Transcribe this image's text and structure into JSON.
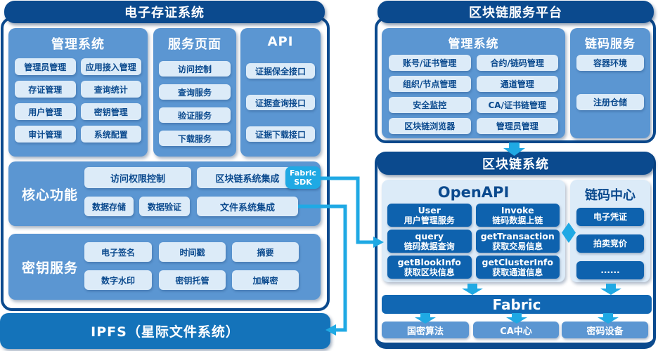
{
  "palette": {
    "navy": "#0b4a8e",
    "medium_blue": "#5b96d2",
    "light_box": "#dcebf8",
    "dark_box": "#0e62ae",
    "cyan": "#1fa9e4",
    "bar_blue": "#1473ba",
    "fabric_bar": "#1167b3"
  },
  "left_system": {
    "title": "电子存证系统",
    "management": {
      "title": "管理系统",
      "items": [
        "管理员管理",
        "应用接入管理",
        "存证管理",
        "查询统计",
        "用户管理",
        "密钥管理",
        "审计管理",
        "系统配置"
      ]
    },
    "service_pages": {
      "title": "服务页面",
      "items": [
        "访问控制",
        "查询服务",
        "验证服务",
        "下载服务"
      ]
    },
    "api": {
      "title": "API",
      "items": [
        "证据保全接口",
        "证据查询接口",
        "证据下载接口"
      ]
    },
    "core": {
      "title": "核心功能",
      "items": [
        "访问权限控制",
        "区块链系统集成",
        "数据存储",
        "数据验证",
        "文件系统集成"
      ],
      "badge": {
        "line1": "Fabric",
        "line2": "SDK"
      }
    },
    "key_service": {
      "title": "密钥服务",
      "items": [
        "电子签名",
        "时间戳",
        "摘要",
        "数字水印",
        "密钥托管",
        "加解密"
      ]
    },
    "ipfs_label": "IPFS（星际文件系统）"
  },
  "right_platform": {
    "title": "区块链服务平台",
    "management": {
      "title": "管理系统",
      "items": [
        "账号/证书管理",
        "合约/链码管理",
        "组织/节点管理",
        "通道管理",
        "安全监控",
        "CA/证书链管理",
        "区块链浏览器",
        "管理员管理"
      ]
    },
    "chaincode_service": {
      "title": "链码服务",
      "items": [
        "容器环境",
        "注册仓储"
      ]
    }
  },
  "right_system": {
    "title": "区块链系统",
    "openapi": {
      "title": "OpenAPI",
      "items": [
        {
          "en": "User",
          "zh": "用户管理服务"
        },
        {
          "en": "Invoke",
          "zh": "链码数据上链"
        },
        {
          "en": "query",
          "zh": "链码数据查询"
        },
        {
          "en": "getTransaction",
          "zh": "获取交易信息"
        },
        {
          "en": "getBlookInfo",
          "zh": "获取区块信息"
        },
        {
          "en": "getClusterInfo",
          "zh": "获取通道信息"
        }
      ]
    },
    "chaincode_center": {
      "title": "链码中心",
      "items": [
        "电子凭证",
        "拍卖竞价",
        "......"
      ]
    },
    "fabric_label": "Fabric",
    "base_items": [
      "国密算法",
      "CA中心",
      "密码设备"
    ]
  }
}
